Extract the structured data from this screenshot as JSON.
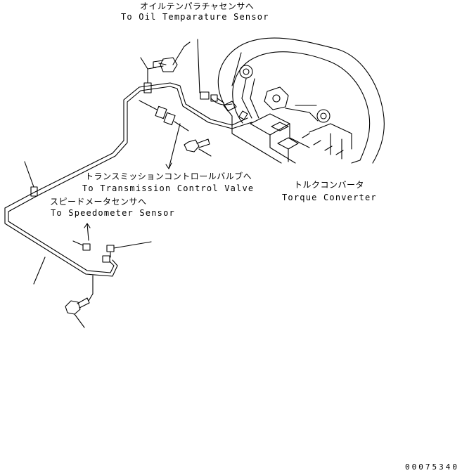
{
  "labels": {
    "oil_sensor": {
      "jp": "オイルテンパラチャセンサへ",
      "en": "To Oil Temparature Sensor"
    },
    "transmission_valve": {
      "jp": "トランスミッションコントロールバルブへ",
      "en": "To Transmission Control Valve"
    },
    "torque_converter": {
      "jp": "トルクコンバータ",
      "en": "Torque Converter"
    },
    "speedometer_sensor": {
      "jp": "スピードメータセンサへ",
      "en": "To Speedometer Sensor"
    }
  },
  "drawing_code": "00075340",
  "colors": {
    "line": "#000000",
    "background": "#ffffff"
  }
}
